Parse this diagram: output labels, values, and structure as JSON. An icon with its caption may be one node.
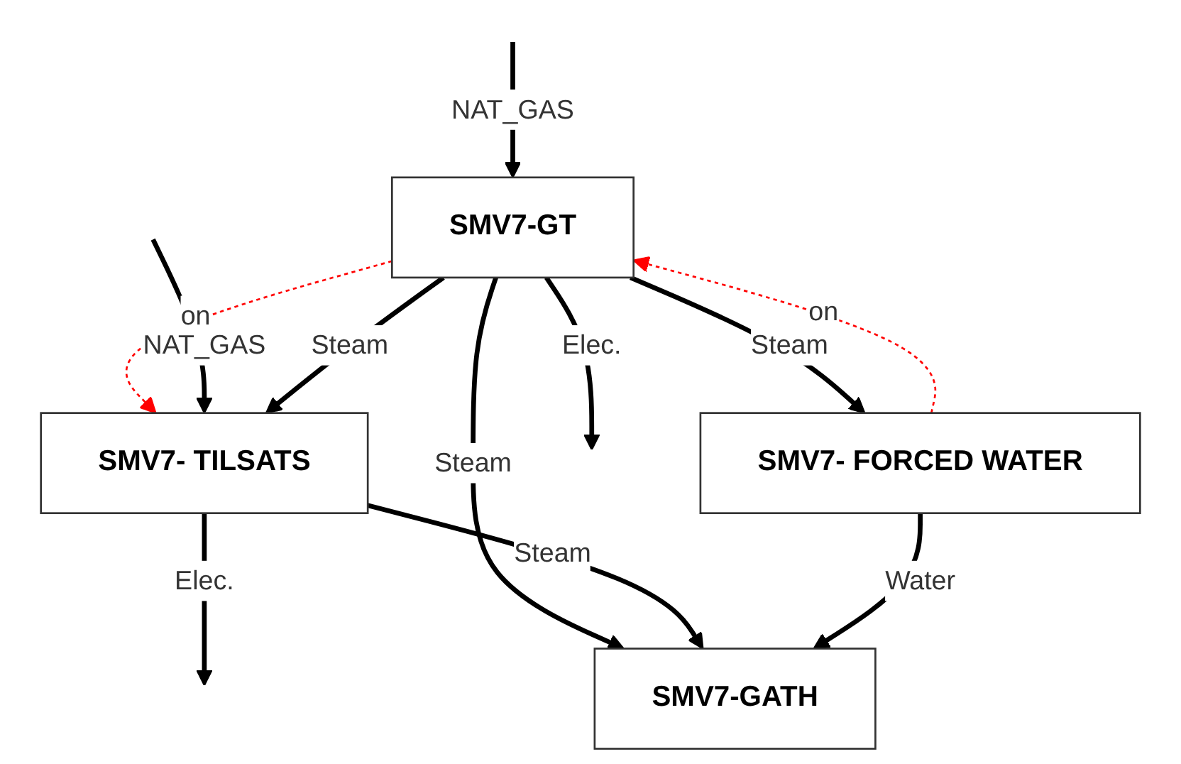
{
  "diagram": {
    "nodes": [
      {
        "text": [
          "SMV7-GT"
        ]
      },
      {
        "text": [
          "SMV7- TILSATS"
        ]
      },
      {
        "text": [
          "SMV7- FORCED WATER"
        ]
      },
      {
        "text": [
          "SMV7-GATH"
        ]
      }
    ],
    "edges": [
      {
        "from": null,
        "to": 0,
        "arrow": "to",
        "label": "NAT_GAS"
      },
      {
        "from": 0,
        "to": null,
        "arrow": "to",
        "label": "Elec."
      },
      {
        "from": 0,
        "to": 1,
        "arrow": "to",
        "label": "on",
        "style": "dashed",
        "color": "#ff0000"
      },
      {
        "from": null,
        "to": 1,
        "arrow": "to",
        "label": "NAT_GAS"
      },
      {
        "from": 0,
        "to": 1,
        "arrow": "to",
        "label": "Steam"
      },
      {
        "from": 1,
        "to": null,
        "arrow": "to",
        "label": "Elec."
      },
      {
        "from": 0,
        "to": 2,
        "arrow": "to",
        "label": "Steam"
      },
      {
        "from": 2,
        "to": 0,
        "arrow": "to",
        "label": "on",
        "style": "dashed",
        "color": "#ff0000"
      },
      {
        "from": 0,
        "to": 3,
        "arrow": "to",
        "label": "Steam"
      },
      {
        "from": 1,
        "to": 3,
        "arrow": "to",
        "label": "Steam"
      },
      {
        "from": 2,
        "to": 3,
        "arrow": "to",
        "label": "Water"
      }
    ]
  }
}
